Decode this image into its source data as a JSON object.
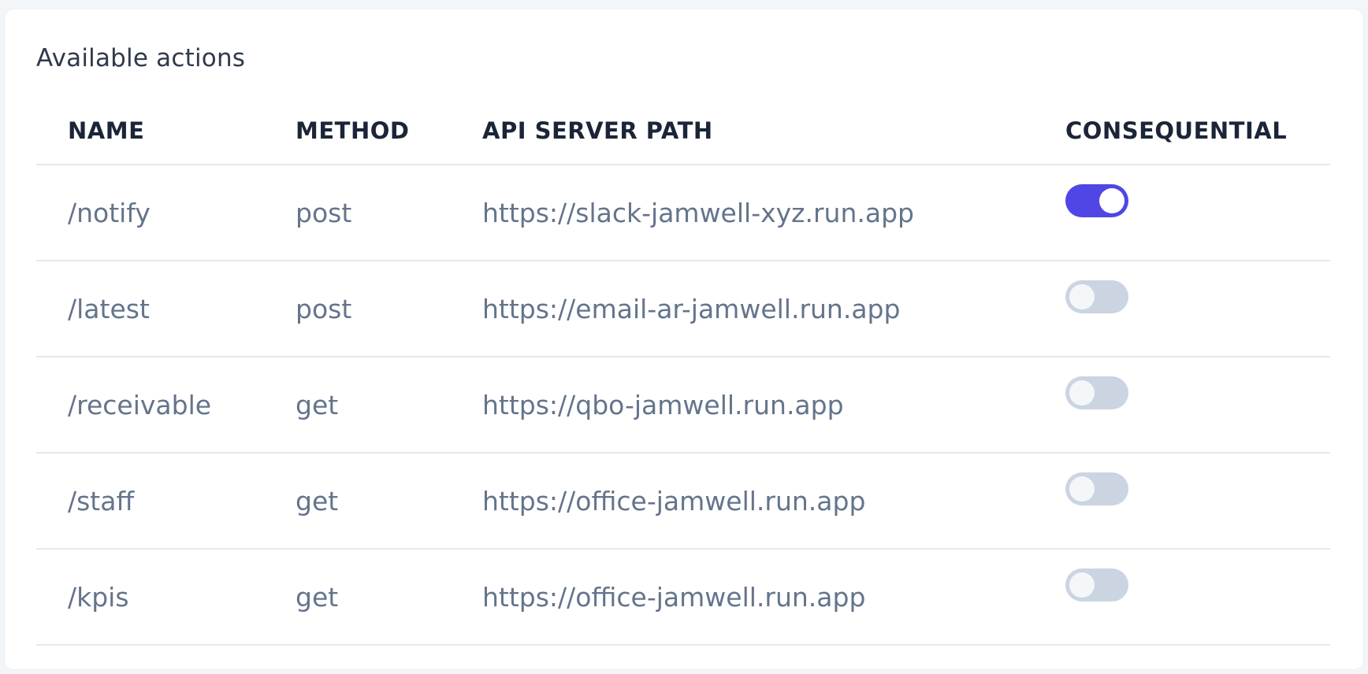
{
  "section": {
    "title": "Available actions"
  },
  "table": {
    "headers": [
      "NAME",
      "METHOD",
      "API SERVER PATH",
      "CONSEQUENTIAL"
    ],
    "rows": [
      {
        "name": "/notify",
        "method": "post",
        "path": "https://slack-jamwell-xyz.run.app",
        "consequential": true
      },
      {
        "name": "/latest",
        "method": "post",
        "path": "https://email-ar-jamwell.run.app",
        "consequential": false
      },
      {
        "name": "/receivable",
        "method": "get",
        "path": "https://qbo-jamwell.run.app",
        "consequential": false
      },
      {
        "name": "/staff",
        "method": "get",
        "path": "https://office-jamwell.run.app",
        "consequential": false
      },
      {
        "name": "/kpis",
        "method": "get",
        "path": "https://office-jamwell.run.app",
        "consequential": false
      }
    ]
  },
  "colors": {
    "toggle_on": "#4f46e5",
    "toggle_off": "#cbd5e1"
  }
}
